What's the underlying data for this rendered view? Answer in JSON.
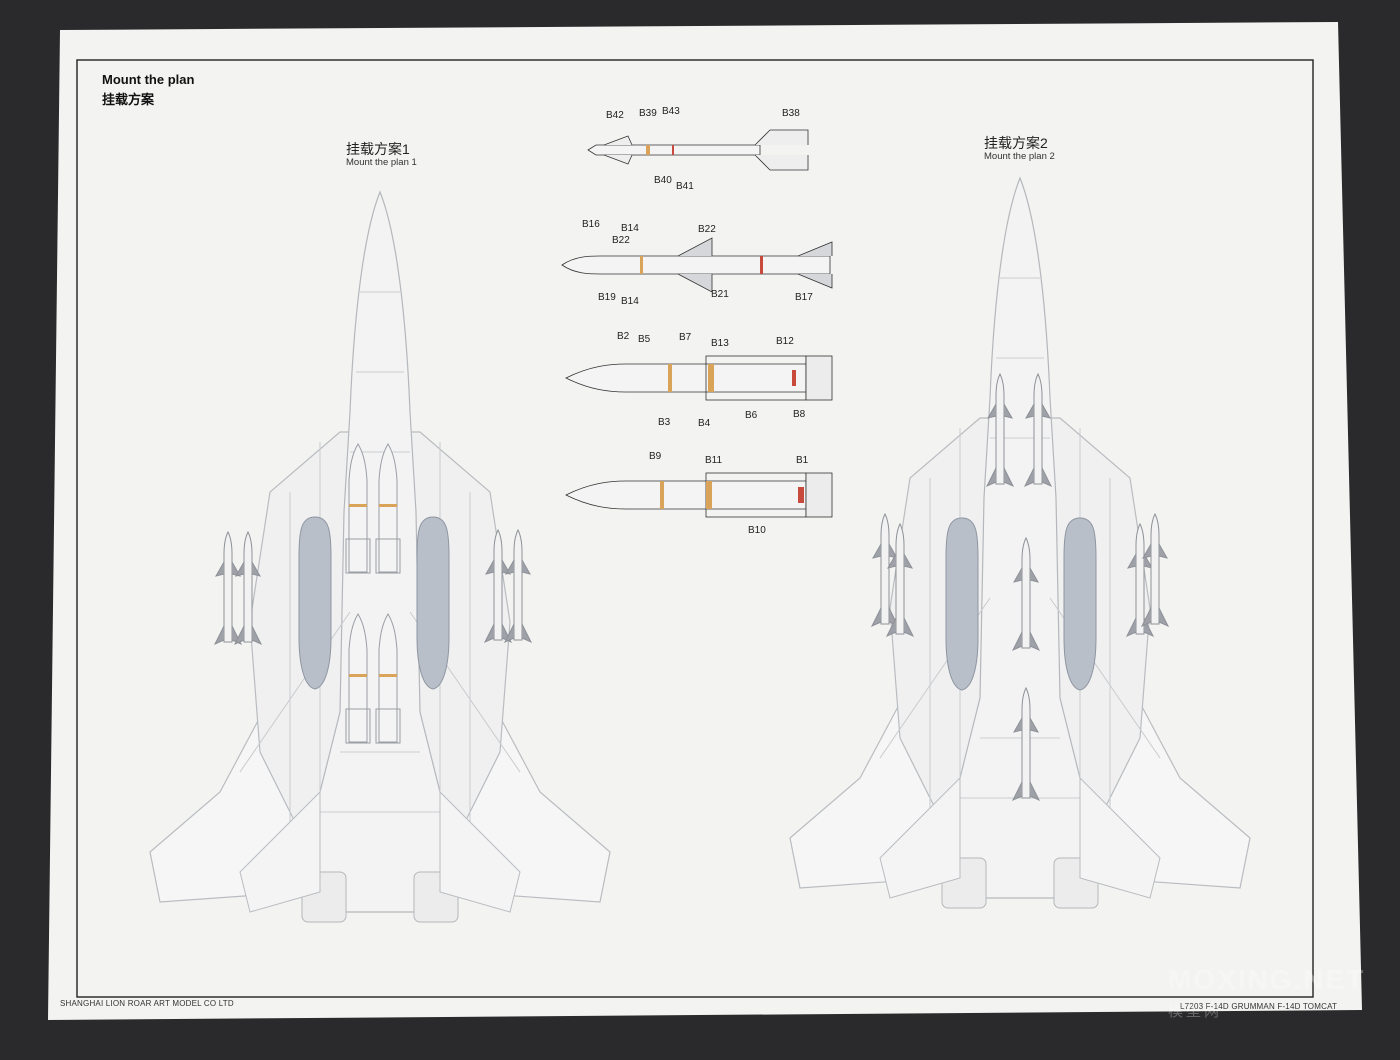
{
  "header": {
    "title_en": "Mount the plan",
    "title_cn": "挂载方案"
  },
  "plan1": {
    "title_cn": "挂载方案1",
    "title_en": "Mount the plan 1"
  },
  "plan2": {
    "title_cn": "挂载方案2",
    "title_en": "Mount the plan 2"
  },
  "missile_sidewinder": {
    "labels": {
      "b42": "B42",
      "b39": "B39",
      "b43": "B43",
      "b38": "B38",
      "b40": "B40",
      "b41": "B41"
    }
  },
  "missile_sparrow": {
    "labels": {
      "b16": "B16",
      "b14_top": "B14",
      "b22_left": "B22",
      "b22_right": "B22",
      "b19": "B19",
      "b14_bottom": "B14",
      "b21": "B21",
      "b17": "B17"
    }
  },
  "missile_phoenix1": {
    "labels": {
      "b2": "B2",
      "b5": "B5",
      "b7": "B7",
      "b13": "B13",
      "b12": "B12",
      "b3": "B3",
      "b4": "B4",
      "b6": "B6",
      "b8": "B8"
    }
  },
  "missile_phoenix2": {
    "labels": {
      "b9": "B9",
      "b11": "B11",
      "b1": "B1",
      "b10": "B10"
    }
  },
  "footer": {
    "left": "SHANGHAI LION ROAR ART MODEL CO LTD",
    "right": "L7203 F-14D GRUMMAN F-14D TOMCAT"
  },
  "watermark": {
    "en": "MOXING.NET",
    "cn": "模型网"
  },
  "colors": {
    "sheet": "#f3f3f1",
    "line": "#b9bcc0",
    "tank": "#b9bfc9",
    "orange": "#d9a45a",
    "red": "#c84a3c",
    "frame": "#222"
  }
}
